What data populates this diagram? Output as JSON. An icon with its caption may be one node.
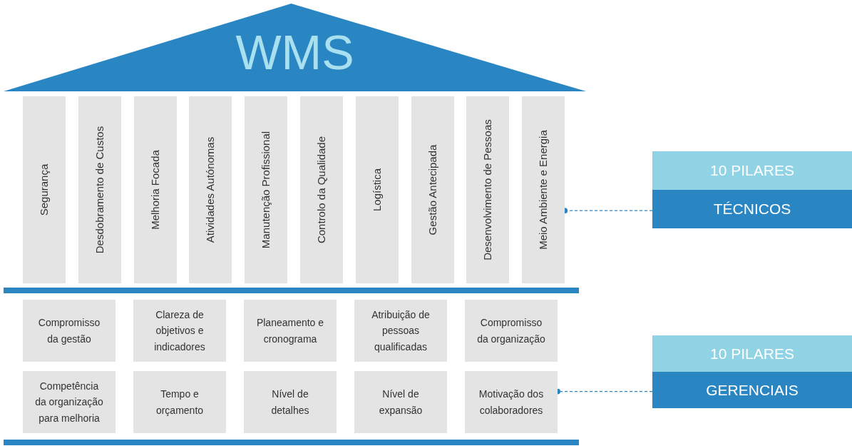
{
  "diagram": {
    "nodes": [
      {
        "text": [
          "WMS"
        ]
      },
      {
        "text": [
          "Segurança"
        ]
      },
      {
        "text": [
          "Desdobramento de Custos"
        ]
      },
      {
        "text": [
          "Melhoria Focada"
        ]
      },
      {
        "text": [
          "Atividades Autónomas"
        ]
      },
      {
        "text": [
          "Manutenção Profissional"
        ]
      },
      {
        "text": [
          "Controlo da Qualidade"
        ]
      },
      {
        "text": [
          "Logística"
        ]
      },
      {
        "text": [
          "Gestão Antecipada"
        ]
      },
      {
        "text": [
          "Desenvolvimento de Pessoas"
        ]
      },
      {
        "text": [
          "Meio Ambiente e Energia"
        ]
      },
      {
        "text": [
          "Compromisso da gestão"
        ]
      },
      {
        "text": [
          "Clareza de objetivos e indicadores"
        ]
      },
      {
        "text": [
          "Planeamento e cronograma"
        ]
      },
      {
        "text": [
          "Atribuição de pessoas qualificadas"
        ]
      },
      {
        "text": [
          "Compromisso da organização"
        ]
      },
      {
        "text": [
          "Competência da organização para melhoria"
        ]
      },
      {
        "text": [
          "Tempo e orçamento"
        ]
      },
      {
        "text": [
          "Nível de detalhes"
        ]
      },
      {
        "text": [
          "Nível de expansão"
        ]
      },
      {
        "text": [
          "Motivação dos colaboradores"
        ]
      },
      {
        "text": [
          "10 PILARES",
          "TÉCNICOS"
        ]
      },
      {
        "text": [
          "10 PILARES",
          "GERENCIAIS"
        ]
      }
    ],
    "edges": [
      {
        "from": 21,
        "to": 10,
        "arrow": "other",
        "style": "dashed"
      },
      {
        "from": 22,
        "to": 20,
        "arrow": "other",
        "style": "dashed"
      }
    ]
  }
}
